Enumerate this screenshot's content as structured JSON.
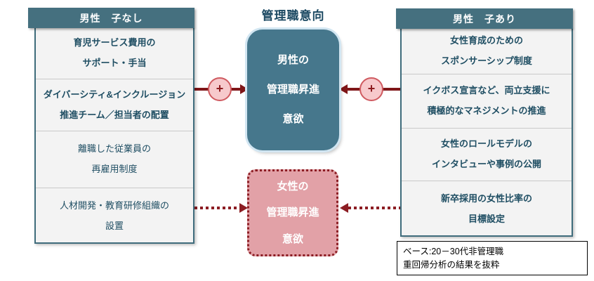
{
  "title": "管理職意向",
  "left_panel": {
    "header": "男性　子なし",
    "items": [
      {
        "lines": [
          "育児サービス費用の",
          "サポート・手当"
        ],
        "bold": true
      },
      {
        "lines": [
          "ダイバーシティ&インクルージョン",
          "推進チーム／担当者の配置"
        ],
        "bold": true
      },
      {
        "lines": [
          "離職した従業員の",
          "再雇用制度"
        ],
        "bold": false
      },
      {
        "lines": [
          "人材開発・教育研修組織の",
          "設置"
        ],
        "bold": false
      }
    ]
  },
  "right_panel": {
    "header": "男性　子あり",
    "items": [
      {
        "lines": [
          "女性育成のための",
          "スポンサーシップ制度"
        ],
        "bold": true
      },
      {
        "lines": [
          "イクボス宣言など、両立支援に",
          "積極的なマネジメントの推進"
        ],
        "bold": true
      },
      {
        "lines": [
          "女性のロールモデルの",
          "インタビューや事例の公開"
        ],
        "bold": true
      },
      {
        "lines": [
          "新卒採用の女性比率の",
          "目標設定"
        ],
        "bold": true
      }
    ]
  },
  "center": {
    "male_box_lines": [
      "男性の",
      "管理職昇進",
      "意欲"
    ],
    "female_box_lines": [
      "女性の",
      "管理職昇進",
      "意欲"
    ],
    "plus": "+"
  },
  "note": {
    "lines": [
      "ベース:20－30代非管理職",
      "重回帰分析の結果を抜粋"
    ]
  },
  "colors": {
    "header_teal": "#45707f",
    "panel_border_teal": "#3f6c7c",
    "panel_bg": "#f3f3f3",
    "item_text": "#1f4e63",
    "male_box_bg": "#46778c",
    "male_box_glow": "#d2e6f2",
    "female_box_bg": "#e2a1a7",
    "solid_arrow_red": "#7f1618",
    "dotted_arrow_red": "#8c1d23",
    "plus_circle_bg": "#f7c9cc",
    "plus_circle_border": "#cf5a60"
  }
}
